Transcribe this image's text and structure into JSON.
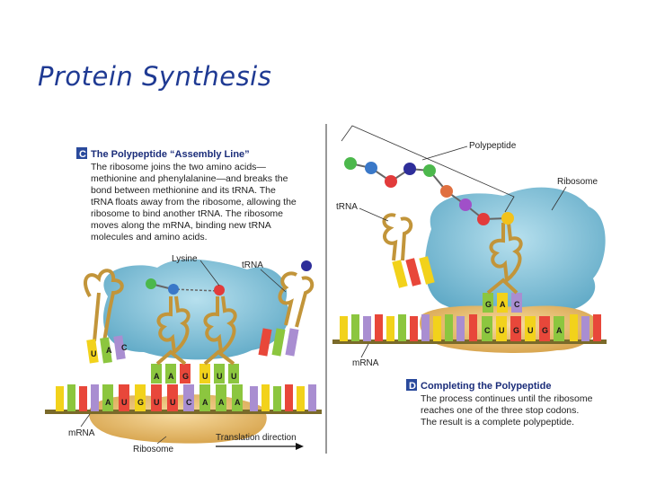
{
  "title": "Protein Synthesis",
  "panel_c": {
    "badge": "C",
    "heading": "The Polypeptide “Assembly Line”",
    "body": [
      "The ribosome joins the two amino acids—",
      "methionine and phenylalanine—and breaks the",
      "bond between methionine and its tRNA. The",
      "tRNA floats away from the ribosome, allowing the",
      "ribosome to bind another tRNA. The ribosome",
      "moves along the mRNA, binding new tRNA",
      "molecules and amino acids."
    ],
    "labels": {
      "lysine": "Lysine",
      "trna": "tRNA",
      "mrna": "mRNA",
      "ribosome": "Ribosome",
      "direction": "Translation direction"
    },
    "anticodons_left": [
      "U",
      "A",
      "C"
    ],
    "anticodons_middle": [
      "A",
      "A",
      "G",
      "U",
      "U",
      "U"
    ],
    "codons": [
      "A",
      "U",
      "G",
      "U",
      "U",
      "C",
      "A",
      "A",
      "A"
    ]
  },
  "panel_d": {
    "badge": "D",
    "heading": "Completing the Polypeptide",
    "body": [
      "The process continues until the ribosome",
      "reaches one of the three stop codons.",
      "The result is a complete polypeptide."
    ],
    "labels": {
      "polypeptide": "Polypeptide",
      "ribosome": "Ribosome",
      "trna": "tRNA",
      "mrna": "mRNA"
    },
    "anticodons": [
      "G",
      "A",
      "C"
    ],
    "codons": [
      "C",
      "U",
      "G",
      "U",
      "G",
      "A"
    ]
  },
  "colors": {
    "title": "#1f3a93",
    "badge": "#2a4a9c",
    "ribosome_large": "#7ec3da",
    "ribosome_small": "#e8c074",
    "trna": "#c2953a",
    "base_green": "#8cc63f",
    "base_yellow": "#f2d21b",
    "base_red": "#e8473a",
    "base_purple": "#a98ed1"
  }
}
